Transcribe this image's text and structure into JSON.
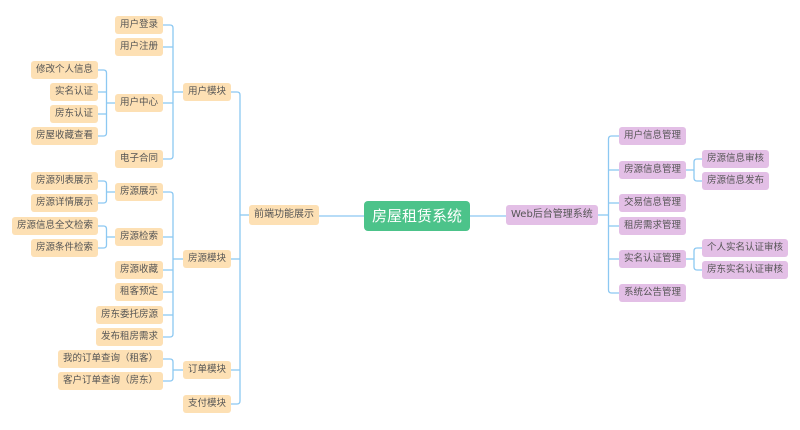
{
  "colors": {
    "root_bg": "#4cc38a",
    "left_node_bg": "#fde0b4",
    "right_node_bg": "#e3bfe6",
    "connector": "#8cc8f2",
    "text": "#555555"
  },
  "mindmap": {
    "root": {
      "id": "root",
      "label": "房屋租赁系统"
    },
    "left": {
      "id": "frontend",
      "label": "前端功能展示",
      "children": [
        {
          "id": "user-module",
          "label": "用户模块",
          "children": [
            {
              "id": "login",
              "label": "用户登录"
            },
            {
              "id": "register",
              "label": "用户注册"
            },
            {
              "id": "user-center",
              "label": "用户中心",
              "children": [
                {
                  "id": "edit-profile",
                  "label": "修改个人信息"
                },
                {
                  "id": "realname-auth",
                  "label": "实名认证"
                },
                {
                  "id": "landlord-auth",
                  "label": "房东认证"
                },
                {
                  "id": "favorites-view",
                  "label": "房屋收藏查看"
                }
              ]
            },
            {
              "id": "e-contract",
              "label": "电子合同"
            }
          ]
        },
        {
          "id": "listing-module",
          "label": "房源模块",
          "children": [
            {
              "id": "listing-display",
              "label": "房源展示",
              "children": [
                {
                  "id": "listing-list",
                  "label": "房源列表展示"
                },
                {
                  "id": "listing-detail",
                  "label": "房源详情展示"
                }
              ]
            },
            {
              "id": "listing-search",
              "label": "房源检索",
              "children": [
                {
                  "id": "fulltext-search",
                  "label": "房源信息全文检索"
                },
                {
                  "id": "condition-search",
                  "label": "房源条件检索"
                }
              ]
            },
            {
              "id": "listing-favorite",
              "label": "房源收藏"
            },
            {
              "id": "tenant-booking",
              "label": "租客预定"
            },
            {
              "id": "landlord-entrust",
              "label": "房东委托房源"
            },
            {
              "id": "post-demand",
              "label": "发布租房需求"
            }
          ]
        },
        {
          "id": "order-module",
          "label": "订单模块",
          "children": [
            {
              "id": "my-orders",
              "label": "我的订单查询（租客）"
            },
            {
              "id": "customer-orders",
              "label": "客户订单查询（房东）"
            }
          ]
        },
        {
          "id": "payment-module",
          "label": "支付模块"
        }
      ]
    },
    "right": {
      "id": "backend",
      "label": "Web后台管理系统",
      "children": [
        {
          "id": "user-info-mgmt",
          "label": "用户信息管理"
        },
        {
          "id": "listing-info-mgmt",
          "label": "房源信息管理",
          "children": [
            {
              "id": "listing-review",
              "label": "房源信息审核"
            },
            {
              "id": "listing-publish",
              "label": "房源信息发布"
            }
          ]
        },
        {
          "id": "trade-info-mgmt",
          "label": "交易信息管理"
        },
        {
          "id": "demand-mgmt",
          "label": "租房需求管理"
        },
        {
          "id": "realname-mgmt",
          "label": "实名认证管理",
          "children": [
            {
              "id": "personal-realname-review",
              "label": "个人实名认证审核"
            },
            {
              "id": "landlord-realname-review",
              "label": "房东实名认证审核"
            }
          ]
        },
        {
          "id": "announcement-mgmt",
          "label": "系统公告管理"
        }
      ]
    }
  }
}
